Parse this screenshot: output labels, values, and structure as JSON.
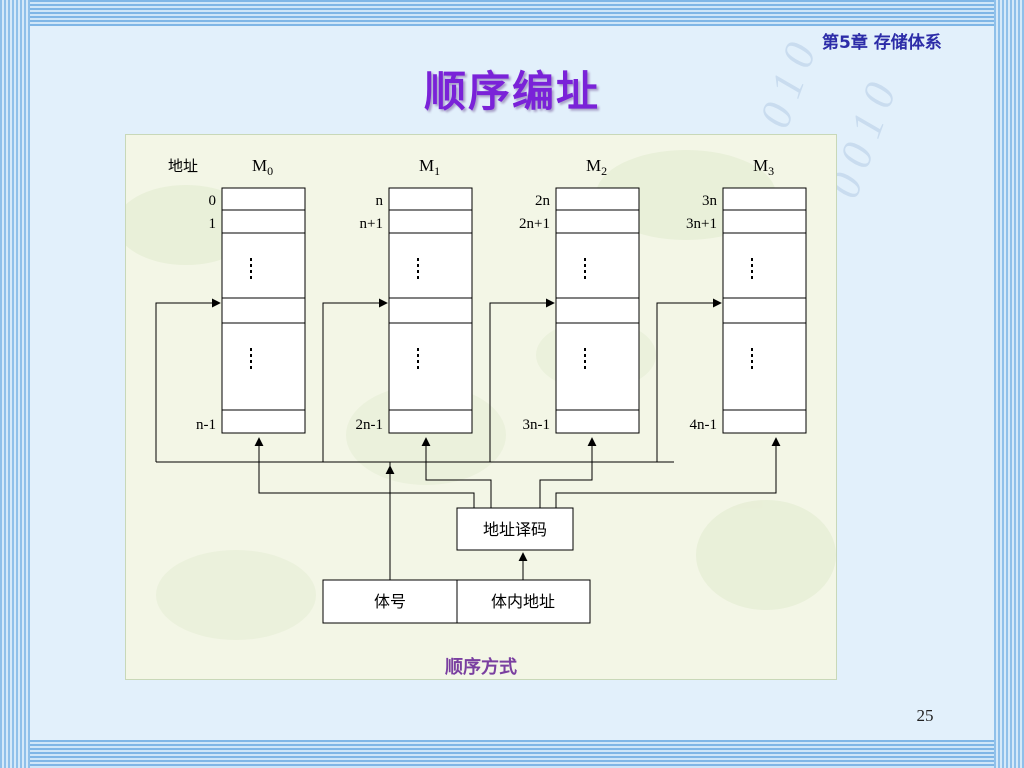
{
  "header": {
    "chapter": "第5章 存储体系",
    "title": "顺序编址"
  },
  "watermark": {
    "bits_1": "1010",
    "bits_2": "0010"
  },
  "diagram": {
    "addr_header": "地址",
    "modules": [
      {
        "name": "M",
        "sub": "0",
        "addrs": [
          "0",
          "1",
          "n-1"
        ]
      },
      {
        "name": "M",
        "sub": "1",
        "addrs": [
          "n",
          "n+1",
          "2n-1"
        ]
      },
      {
        "name": "M",
        "sub": "2",
        "addrs": [
          "2n",
          "2n+1",
          "3n-1"
        ]
      },
      {
        "name": "M",
        "sub": "3",
        "addrs": [
          "3n",
          "3n+1",
          "4n-1"
        ]
      }
    ],
    "decoder_label": "地址译码",
    "register": {
      "bank_number": "体号",
      "internal_address": "体内地址"
    },
    "caption": "顺序方式",
    "colors": {
      "line": "#000000",
      "caption": "#7a3fa0"
    }
  },
  "footer": {
    "page_number": "25"
  }
}
